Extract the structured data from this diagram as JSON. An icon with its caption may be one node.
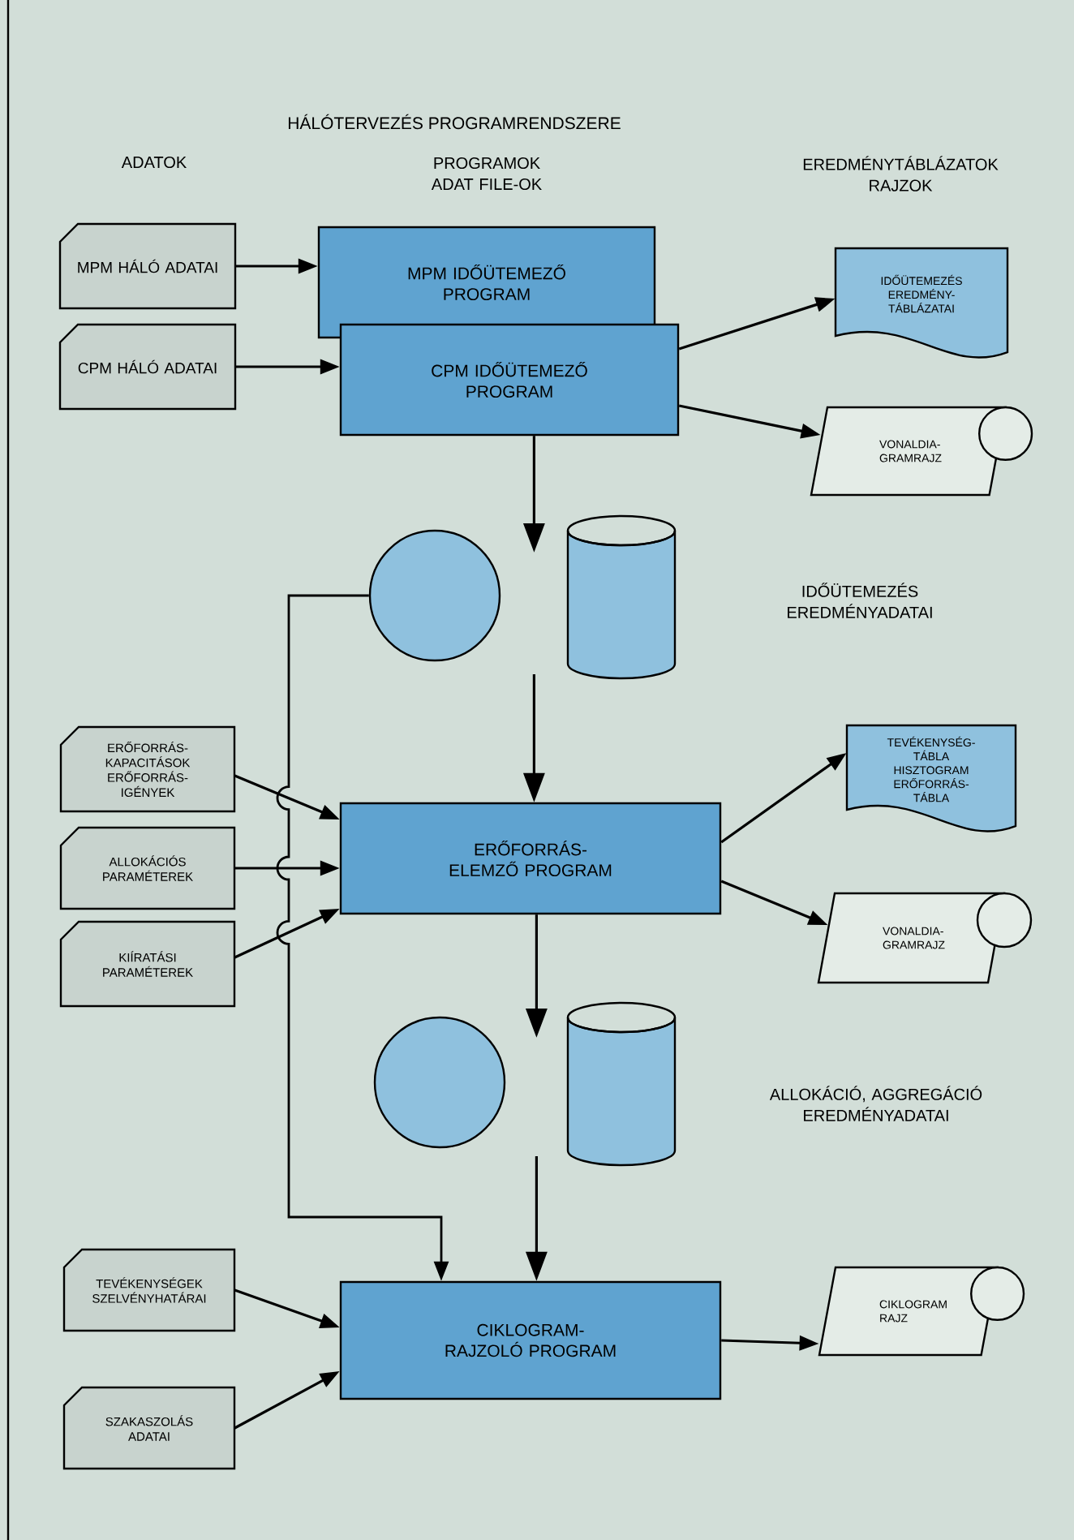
{
  "diagram": {
    "title": "HÁLÓTERVEZÉS PROGRAMRENDSZERE",
    "nodes": [
      {
        "text": [
          "MPM HÁLÓ ADATAI"
        ]
      },
      {
        "text": [
          "CPM HÁLÓ ADATAI"
        ]
      },
      {
        "text": [
          "MPM IDŐÜTEMEZŐ PROGRAM"
        ]
      },
      {
        "text": [
          "CPM IDŐÜTEMEZŐ PROGRAM"
        ]
      },
      {
        "text": [
          "IDŐÜTEMEZÉS EREDMÉNY- TÁBLÁZATAI"
        ]
      },
      {
        "text": [
          "VONALDIA- GRAMRAJZ"
        ]
      },
      {
        "text": [],
        "shape": "circle"
      },
      {
        "text": [],
        "shape": "cylinder"
      },
      {
        "text": [
          "ERŐFORRÁS- KAPACITÁSOK ERŐFORRÁS- IGÉNYEK"
        ]
      },
      {
        "text": [
          "ALLOKÁCIÓS PARAMÉTEREK"
        ]
      },
      {
        "text": [
          "KIÍRATÁSI PARAMÉTEREK"
        ]
      },
      {
        "text": [
          "ERŐFORRÁS-ELEMZŐ PROGRAM"
        ]
      },
      {
        "text": [
          "TEVÉKENYSÉG- TÁBLA HISZTOGRAM ERŐFORRÁS- TÁBLA"
        ]
      },
      {
        "text": [
          "VONALDIA- GRAMRAJZ"
        ]
      },
      {
        "text": [],
        "shape": "circle"
      },
      {
        "text": [],
        "shape": "cylinder"
      },
      {
        "text": [
          "TEVÉKENYSÉGEK SZELVÉNYHATÁRAI"
        ]
      },
      {
        "text": [
          "SZAKASZOLÁS ADATAI"
        ]
      },
      {
        "text": [
          "CIKLOGRAM-RAJZOLÓ PROGRAM"
        ]
      },
      {
        "text": [
          "CIKLOGRAM RAJZ"
        ]
      }
    ],
    "edges": [
      {
        "from": 0,
        "to": 2,
        "arrow": "to"
      },
      {
        "from": 1,
        "to": 3,
        "arrow": "to"
      },
      {
        "from": 3,
        "to": 4,
        "arrow": "to"
      },
      {
        "from": 3,
        "to": 5,
        "arrow": "to"
      },
      {
        "from": 3,
        "to": null,
        "arrow": "to"
      },
      {
        "from": null,
        "to": 11,
        "arrow": "to"
      },
      {
        "from": 6,
        "to": 18,
        "arrow": "to"
      },
      {
        "from": 8,
        "to": 11,
        "arrow": "to"
      },
      {
        "from": 9,
        "to": 11,
        "arrow": "to"
      },
      {
        "from": 10,
        "to": 11,
        "arrow": "to"
      },
      {
        "from": 11,
        "to": 12,
        "arrow": "to"
      },
      {
        "from": 11,
        "to": 13,
        "arrow": "to"
      },
      {
        "from": 11,
        "to": null,
        "arrow": "to"
      },
      {
        "from": null,
        "to": 18,
        "arrow": "to"
      },
      {
        "from": 16,
        "to": 18,
        "arrow": "to"
      },
      {
        "from": 17,
        "to": 18,
        "arrow": "to"
      },
      {
        "from": 18,
        "to": 19,
        "arrow": "to"
      }
    ],
    "labels": [
      "ADATOK",
      "PROGRAMOK ADAT FILE-OK",
      "EREDMÉNYTÁBLÁZATOK RAJZOK",
      "IDŐÜTEMEZÉS EREDMÉNYADATAI",
      "ALLOKÁCIÓ, AGGREGÁCIÓ EREDMÉNYADATAI"
    ]
  }
}
